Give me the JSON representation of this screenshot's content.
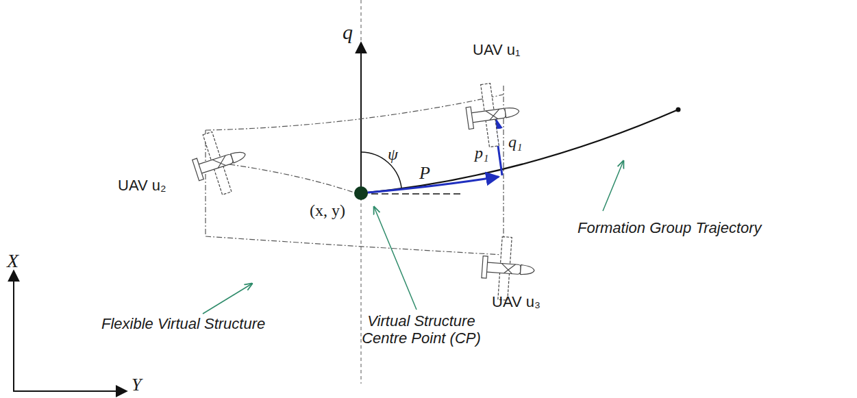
{
  "diagram": {
    "labels": [
      "q",
      "UAV u₁",
      "p₁",
      "q₁",
      "UAV u₂",
      "ψ",
      "P",
      "(x, y)",
      "Formation Group Trajectory",
      "Flexible Virtual Structure",
      "Virtual Structure Centre Point (CP)",
      "UAV u₃",
      "X",
      "Y"
    ]
  }
}
